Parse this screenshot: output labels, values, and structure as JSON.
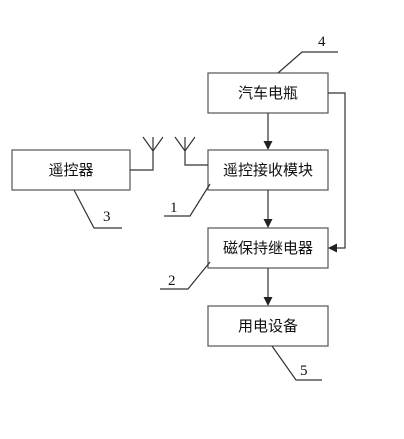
{
  "nodes": {
    "battery": "汽车电瓶",
    "receiver": "遥控接收模块",
    "relay": "磁保持继电器",
    "device": "用电设备",
    "remote": "遥控器"
  },
  "refs": {
    "receiver": "1",
    "relay": "2",
    "remote": "3",
    "battery": "4",
    "device": "5"
  }
}
